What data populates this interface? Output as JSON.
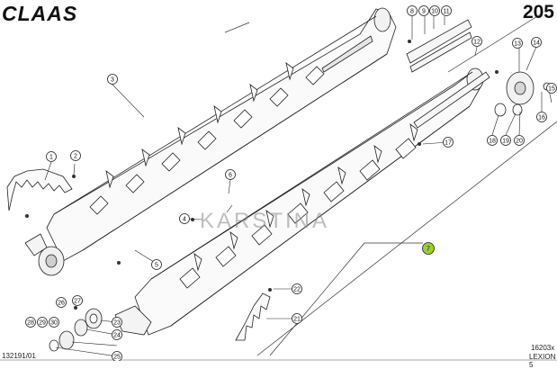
{
  "header": {
    "brand": "CLAAS",
    "page_number": "205"
  },
  "footer": {
    "left_code": "132191/01",
    "right_code": "16203x",
    "model": "LEXION 5"
  },
  "watermark": {
    "text": "KARSTINA"
  },
  "highlight_color": "#9acd32",
  "callouts": [
    "1",
    "2",
    "3",
    "4",
    "5",
    "6",
    "7",
    "8",
    "9",
    "10",
    "11",
    "12",
    "13",
    "14",
    "15",
    "16",
    "17",
    "18",
    "19",
    "20",
    "21",
    "22",
    "23",
    "24",
    "25",
    "26",
    "27",
    "28",
    "29",
    "30"
  ]
}
